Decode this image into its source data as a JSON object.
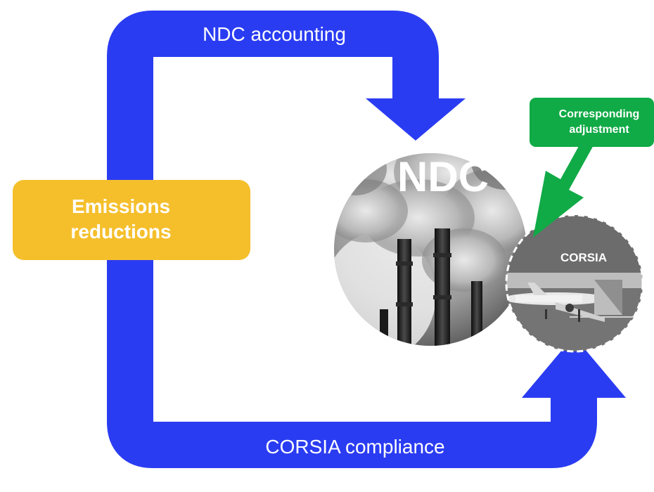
{
  "flows": {
    "top_label": "NDC accounting",
    "bottom_label": "CORSIA compliance"
  },
  "source_box": {
    "line1": "Emissions",
    "line2": "reductions"
  },
  "ndc_circle": {
    "label": "NDC"
  },
  "corsia_circle": {
    "label": "CORSIA"
  },
  "adjustment_callout": {
    "line1": "Corresponding",
    "line2": "adjustment"
  },
  "colors": {
    "flow_blue": "#2a3cf2",
    "box_yellow": "#f5bf2c",
    "callout_green": "#10aa46",
    "label_white": "#ffffff",
    "corsia_border": "#ffffff"
  },
  "icons": {
    "ndc_image": "smokestacks-photo",
    "corsia_image": "airplane-at-gate-photo"
  }
}
